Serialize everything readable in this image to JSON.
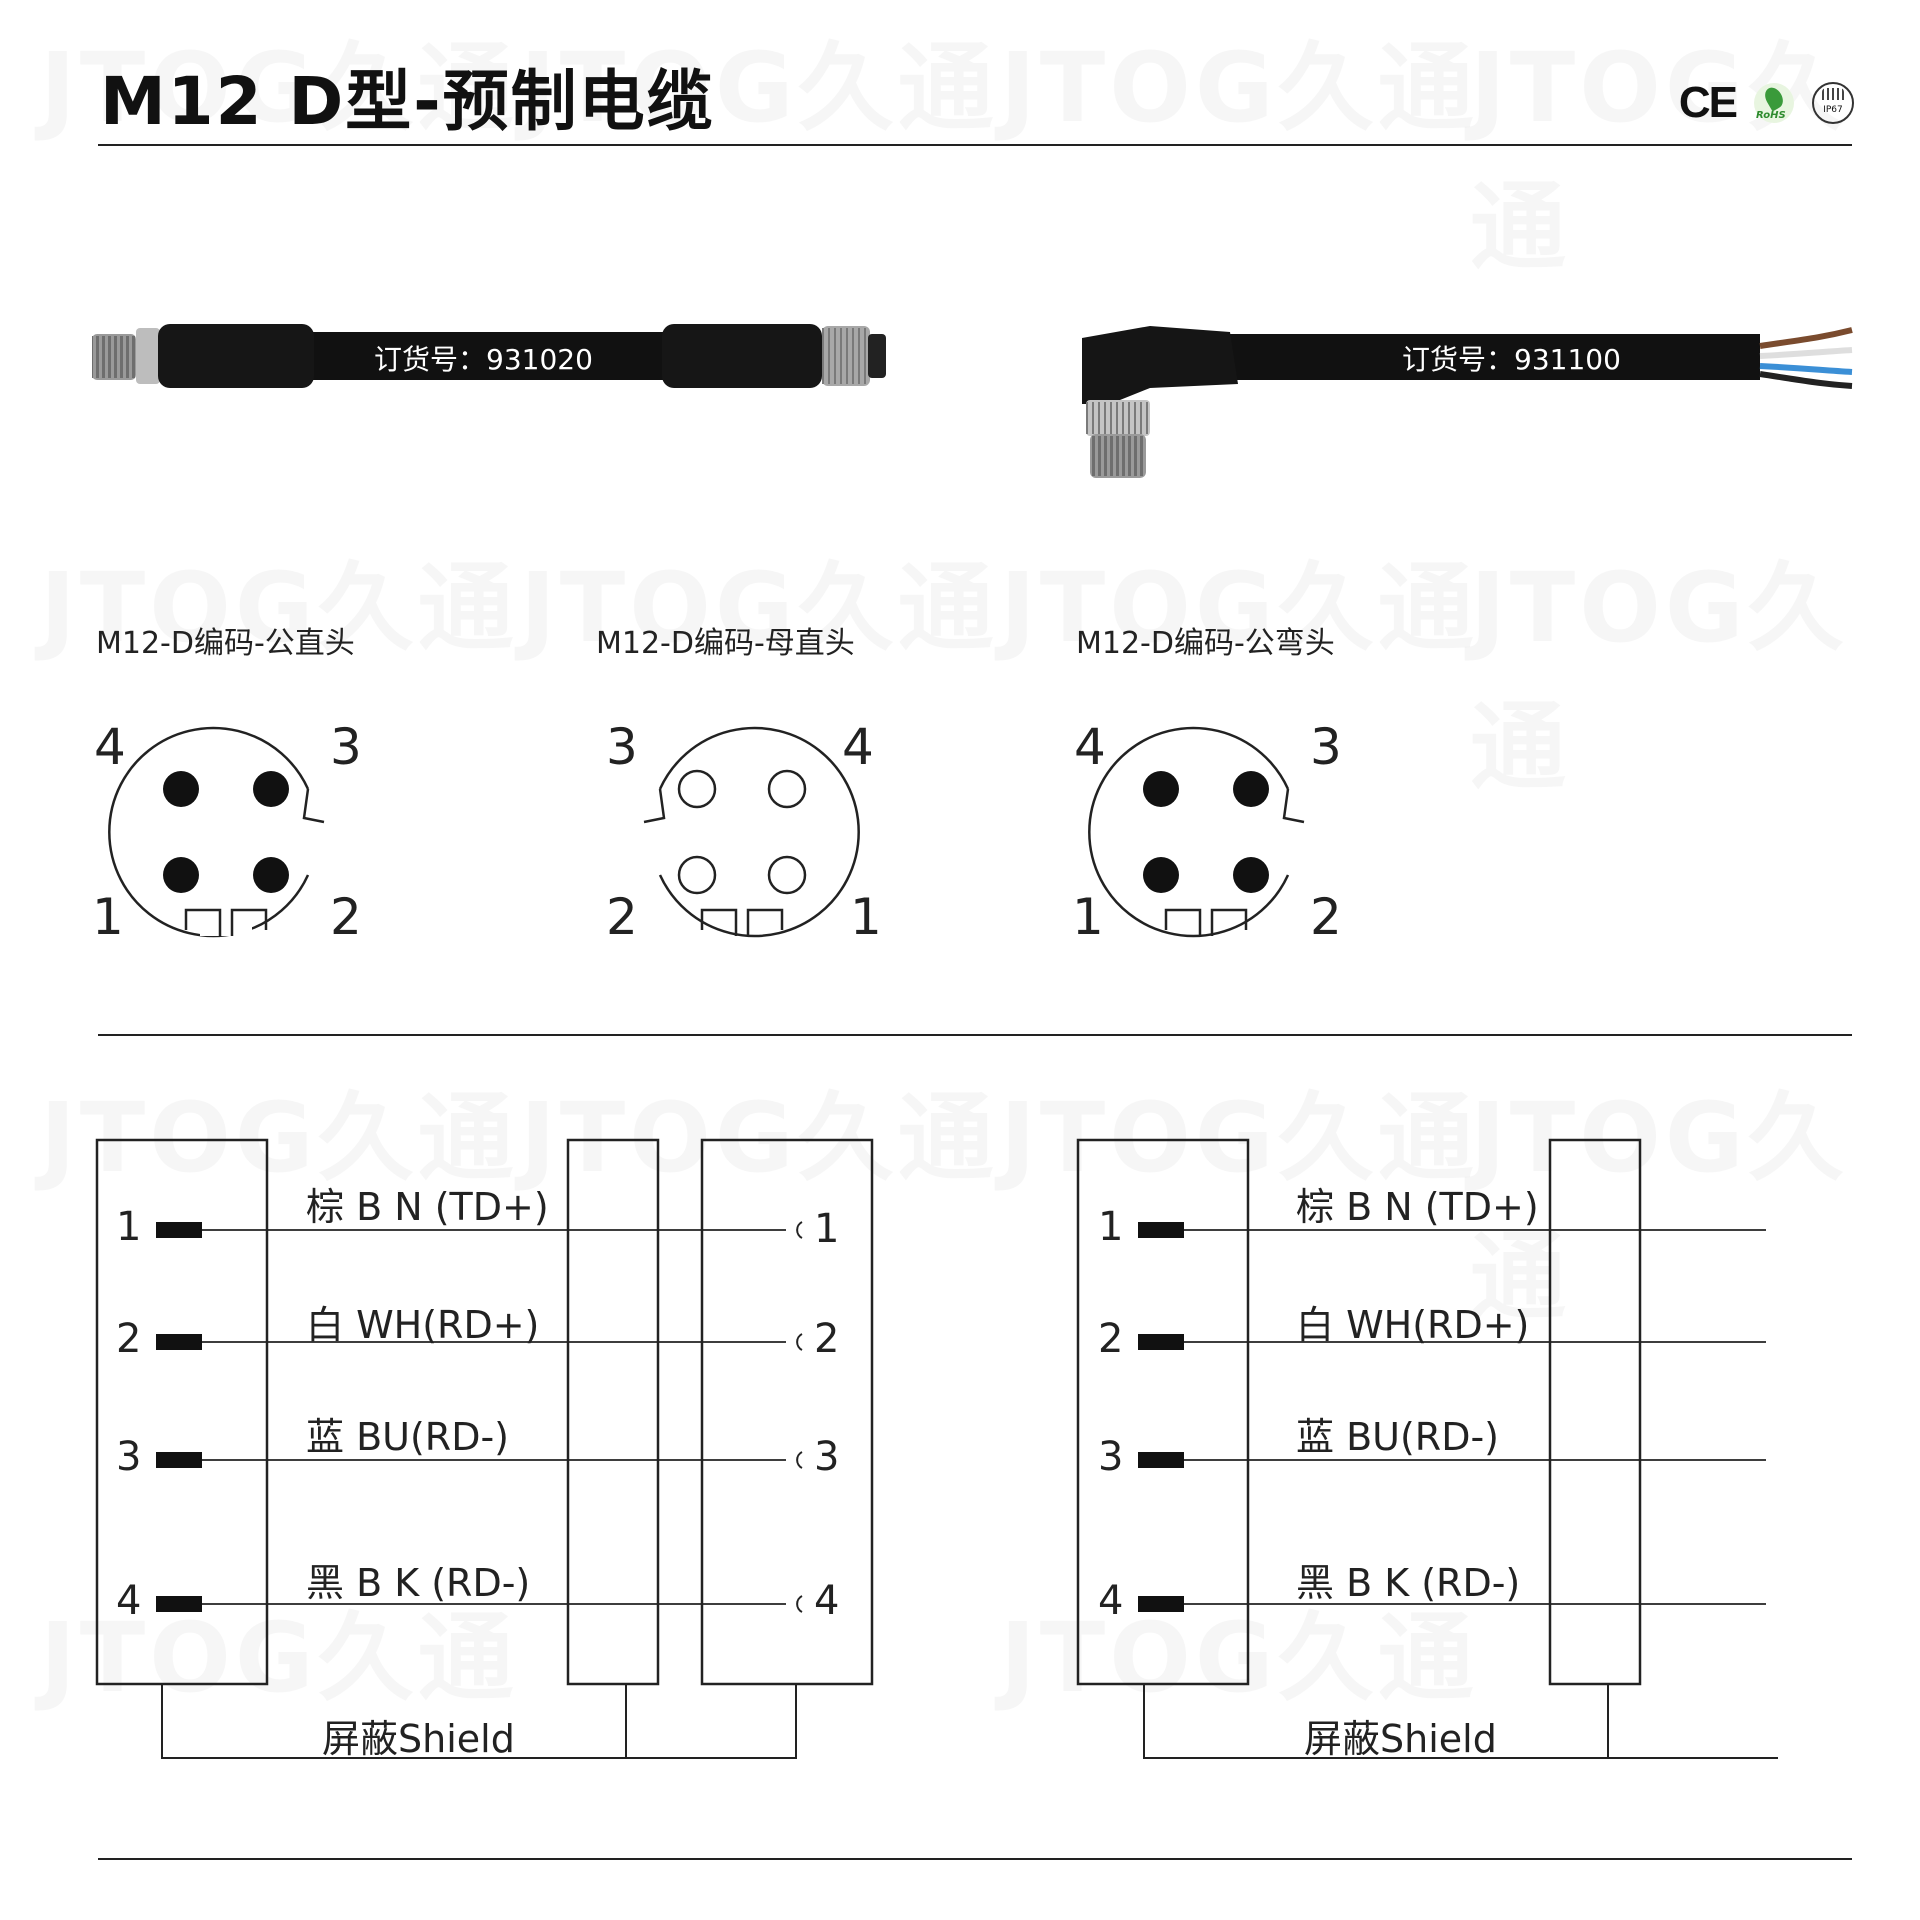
{
  "title": "M12 D型-预制电缆",
  "certifications": {
    "ce": "CE",
    "rohs": "RoHS",
    "ip": "IP67"
  },
  "watermark": "JTOG久通",
  "products": [
    {
      "order_text": "订货号：931020"
    },
    {
      "order_text": "订货号：931100"
    }
  ],
  "connectors": [
    {
      "label": "M12-D编码-公直头",
      "pins": [
        "4",
        "3",
        "1",
        "2"
      ]
    },
    {
      "label": "M12-D编码-母直头",
      "pins": [
        "3",
        "4",
        "2",
        "1"
      ]
    },
    {
      "label": "M12-D编码-公弯头",
      "pins": [
        "4",
        "3",
        "1",
        "2"
      ]
    }
  ],
  "wiring": {
    "left_pins": [
      "1",
      "2",
      "3",
      "4"
    ],
    "right_pins": [
      "1",
      "2",
      "3",
      "4"
    ],
    "wires": [
      "棕 B N (TD+)",
      "白 WH(RD+)",
      "蓝 BU(RD-)",
      "黑 B K (RD-)"
    ],
    "shield": "屏蔽Shield"
  }
}
